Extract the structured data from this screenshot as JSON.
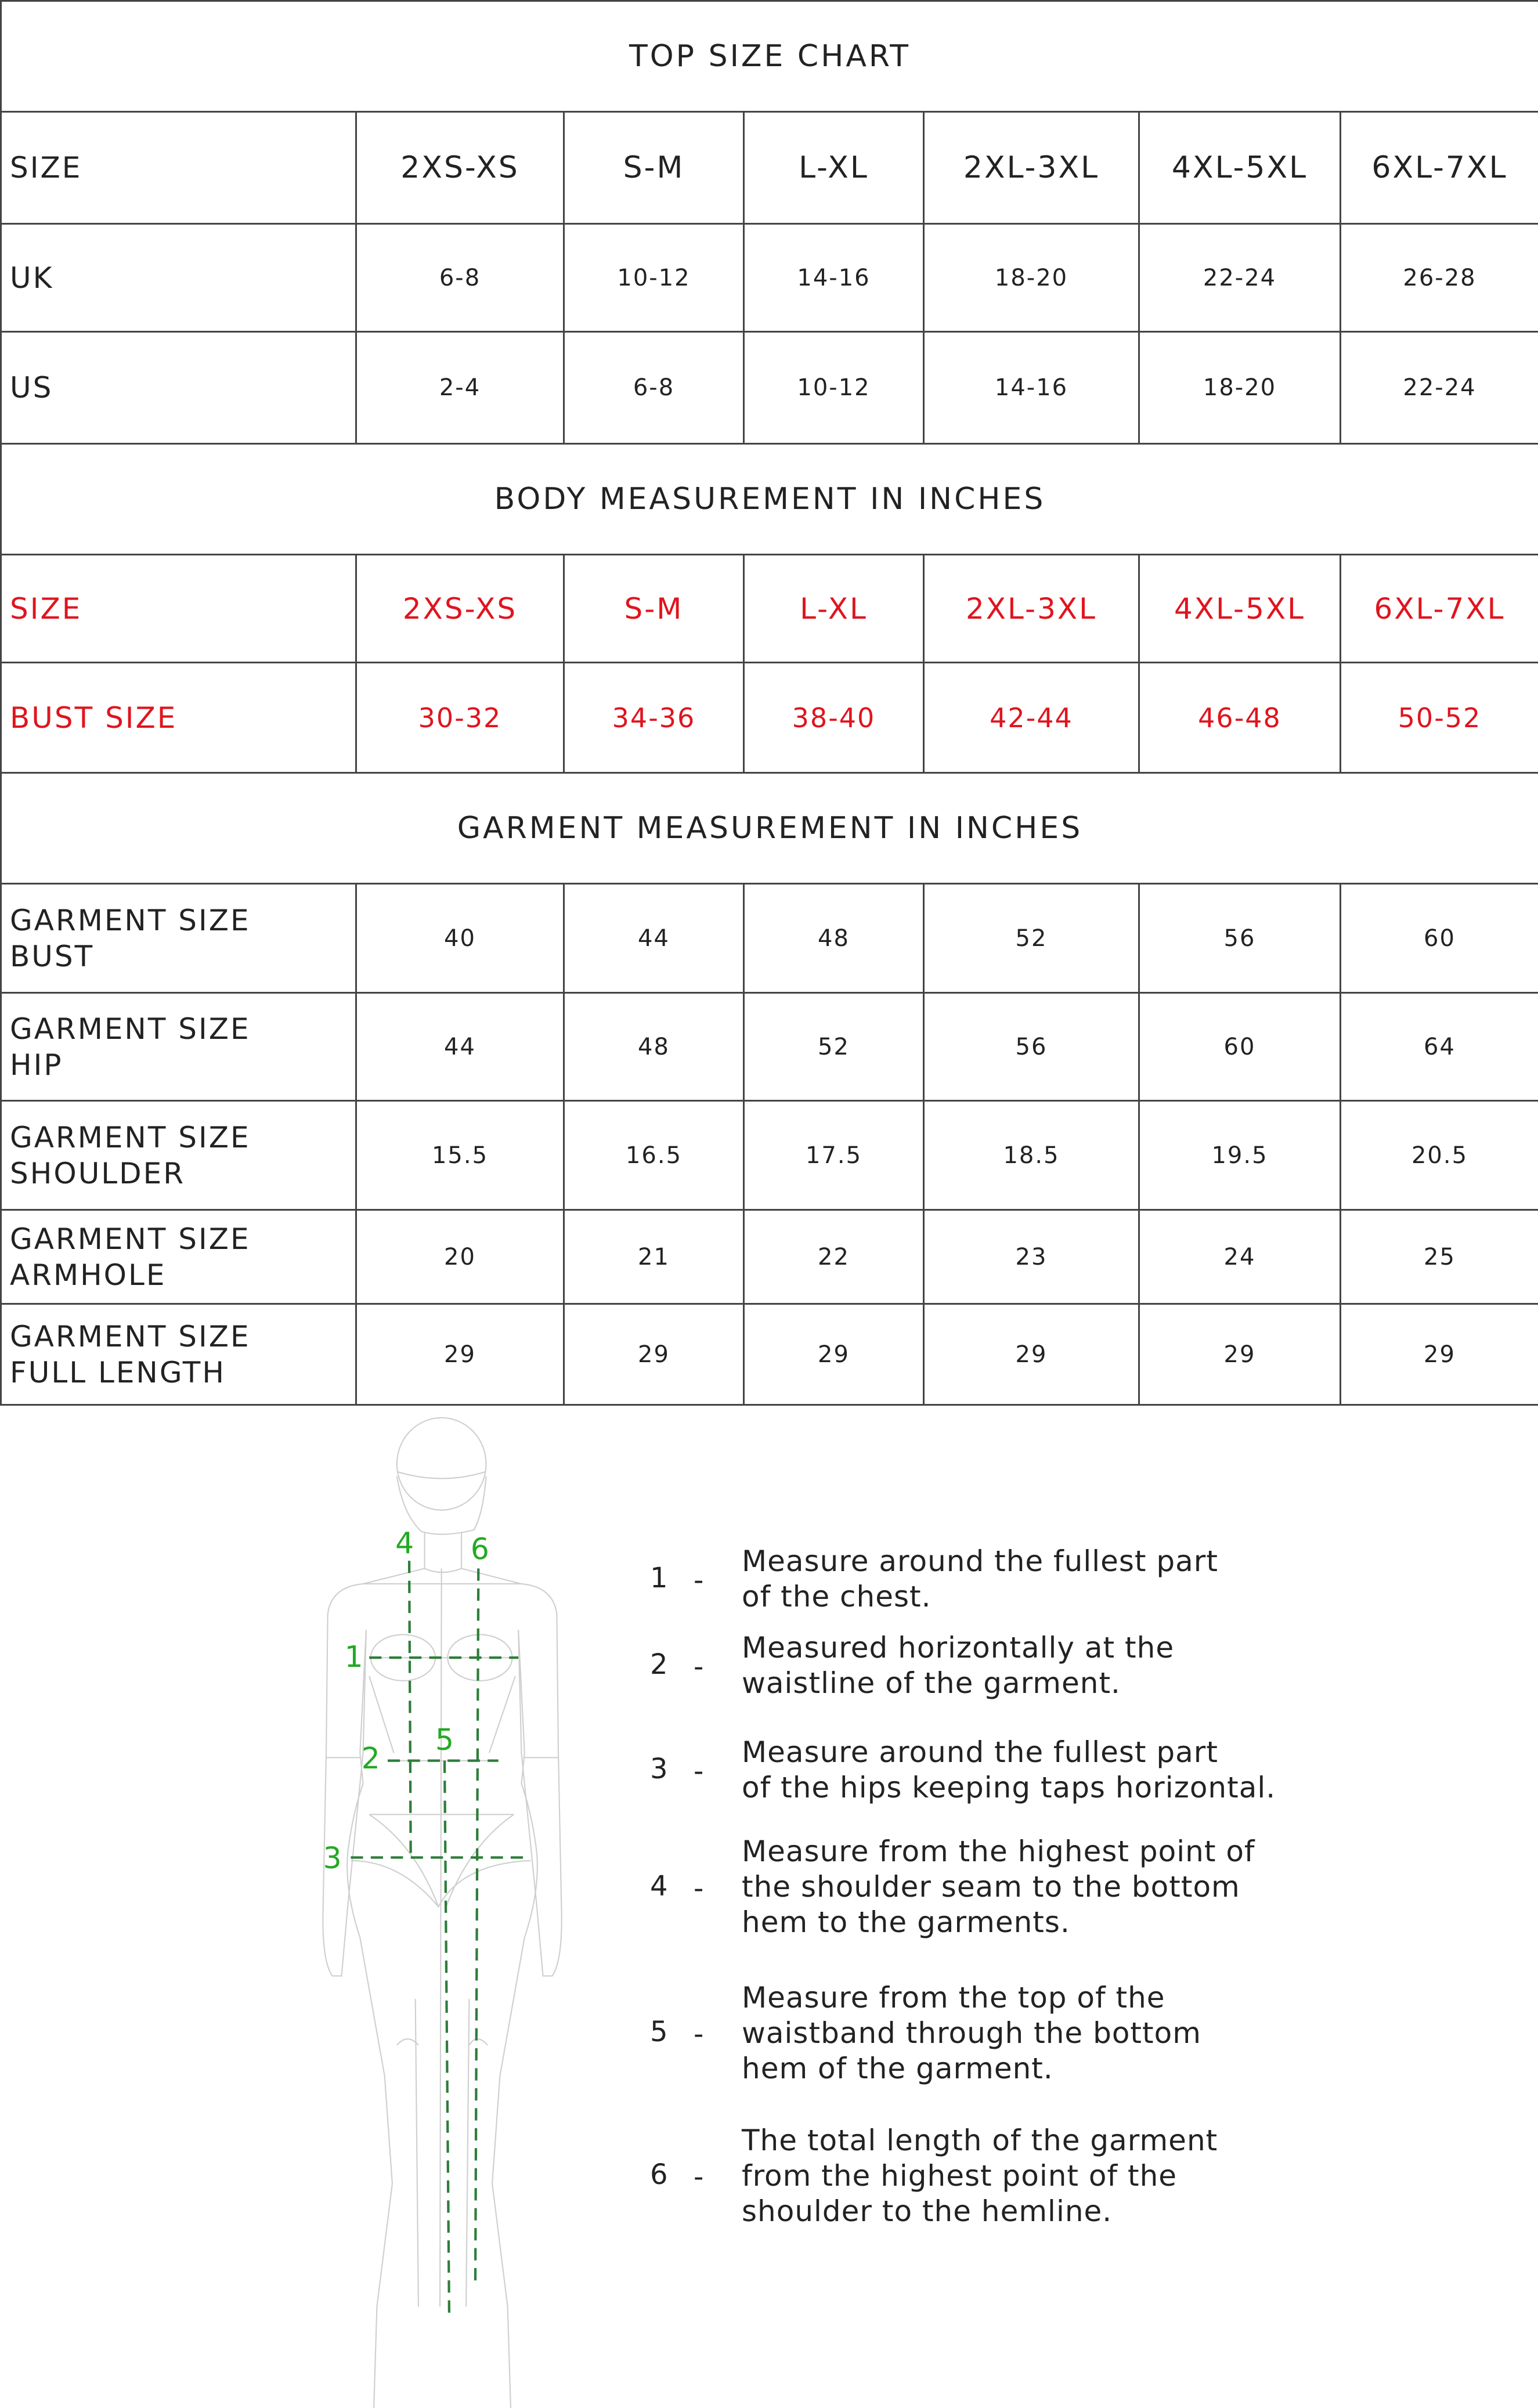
{
  "sizes": [
    "2XS-XS",
    "S-M",
    "L-XL",
    "2XL-3XL",
    "4XL-5XL",
    "6XL-7XL"
  ],
  "top_chart": {
    "title": "TOP SIZE CHART",
    "size_label": "SIZE",
    "rows": [
      {
        "label": "UK",
        "values": [
          "6-8",
          "10-12",
          "14-16",
          "18-20",
          "22-24",
          "26-28"
        ]
      },
      {
        "label": "US",
        "values": [
          "2-4",
          "6-8",
          "10-12",
          "14-16",
          "18-20",
          "22-24"
        ]
      }
    ]
  },
  "body_chart": {
    "title": "BODY MEASUREMENT IN INCHES",
    "size_label": "SIZE",
    "rows": [
      {
        "label": "BUST SIZE",
        "values": [
          "30-32",
          "34-36",
          "38-40",
          "42-44",
          "46-48",
          "50-52"
        ]
      }
    ],
    "accent": "#e0141e"
  },
  "garment_chart": {
    "title": "GARMENT MEASUREMENT IN INCHES",
    "rows": [
      {
        "label1": "GARMENT SIZE",
        "label2": "BUST",
        "values": [
          "40",
          "44",
          "48",
          "52",
          "56",
          "60"
        ]
      },
      {
        "label1": "GARMENT SIZE",
        "label2": "HIP",
        "values": [
          "44",
          "48",
          "52",
          "56",
          "60",
          "64"
        ]
      },
      {
        "label1": "GARMENT SIZE",
        "label2": "SHOULDER",
        "values": [
          "15.5",
          "16.5",
          "17.5",
          "18.5",
          "19.5",
          "20.5"
        ]
      },
      {
        "label1": "GARMENT SIZE",
        "label2": "ARMHOLE",
        "values": [
          "20",
          "21",
          "22",
          "23",
          "24",
          "25"
        ]
      },
      {
        "label1": "GARMENT SIZE",
        "label2": "FULL LENGTH",
        "values": [
          "29",
          "29",
          "29",
          "29",
          "29",
          "29"
        ]
      }
    ]
  },
  "figure": {
    "markers": [
      "1",
      "2",
      "3",
      "4",
      "5",
      "6"
    ],
    "line_color": "#2e7d3a",
    "marker_color": "#22aa22"
  },
  "instructions": [
    {
      "num": "1",
      "dash": "-",
      "lines": [
        "Measure around the fullest part",
        "of the chest."
      ]
    },
    {
      "num": "2",
      "dash": "-",
      "lines": [
        "Measured horizontally at the",
        "waistline of the garment."
      ]
    },
    {
      "num": "3",
      "dash": "-",
      "lines": [
        "Measure around the fullest part",
        "of the hips keeping taps horizontal."
      ]
    },
    {
      "num": "4",
      "dash": "-",
      "lines": [
        "Measure from the highest point of",
        "the shoulder seam to the bottom",
        "hem to the garments."
      ]
    },
    {
      "num": "5",
      "dash": "-",
      "lines": [
        "Measure from the top of the",
        "waistband through the bottom",
        "hem of the garment."
      ]
    },
    {
      "num": "6",
      "dash": "-",
      "lines": [
        "The total length of the garment",
        "from the highest point of the",
        "shoulder to the hemline."
      ]
    }
  ]
}
